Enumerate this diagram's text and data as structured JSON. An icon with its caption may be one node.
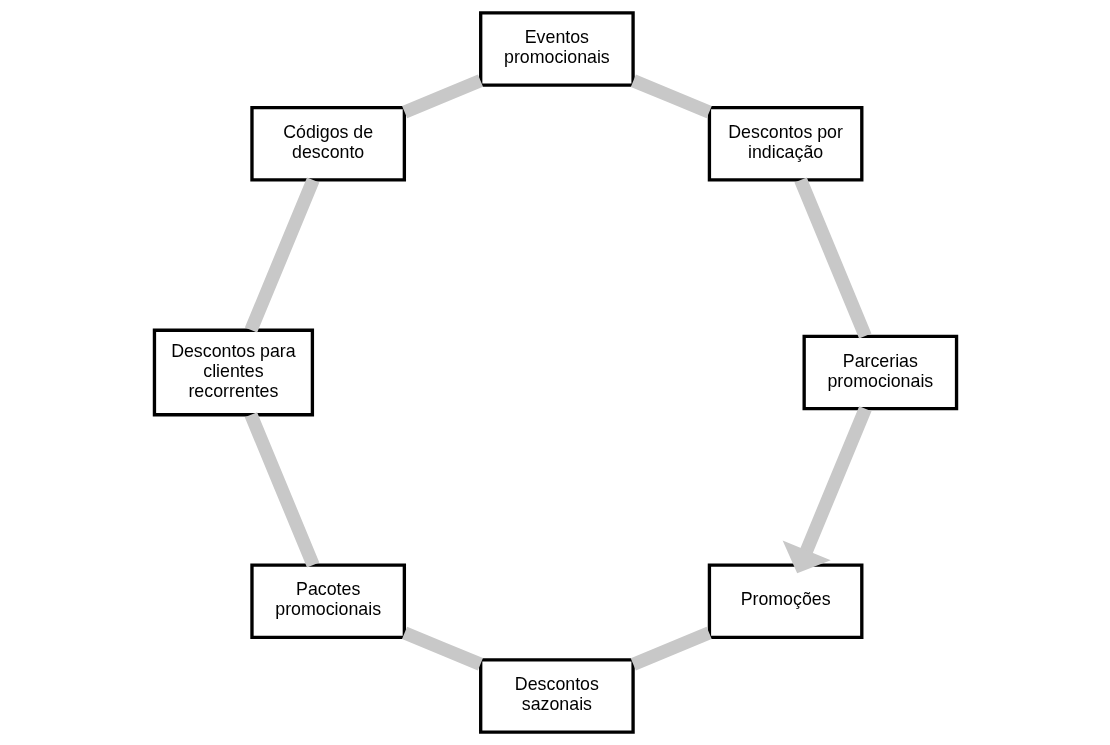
{
  "diagram": {
    "nodes": [
      {
        "text": [
          "Promoções"
        ]
      },
      {
        "text": [
          "Parcerias promocionais"
        ]
      },
      {
        "text": [
          "Descontos sazonais"
        ]
      },
      {
        "text": [
          "Descontos por indicação"
        ]
      },
      {
        "text": [
          "Pacotes promocionais"
        ]
      },
      {
        "text": [
          "Eventos promocionais"
        ]
      },
      {
        "text": [
          "Descontos para clientes recorrentes"
        ]
      },
      {
        "text": [
          "Códigos de desconto"
        ]
      }
    ],
    "edges": [
      {
        "from": 0,
        "to": 2,
        "arrow": "none"
      },
      {
        "from": 2,
        "to": 4,
        "arrow": "none"
      },
      {
        "from": 4,
        "to": 6,
        "arrow": "none"
      },
      {
        "from": 6,
        "to": 7,
        "arrow": "none"
      },
      {
        "from": 7,
        "to": 5,
        "arrow": "none"
      },
      {
        "from": 5,
        "to": 3,
        "arrow": "none"
      },
      {
        "from": 3,
        "to": 1,
        "arrow": "none"
      },
      {
        "from": 1,
        "to": 0,
        "arrow": "to"
      }
    ]
  }
}
